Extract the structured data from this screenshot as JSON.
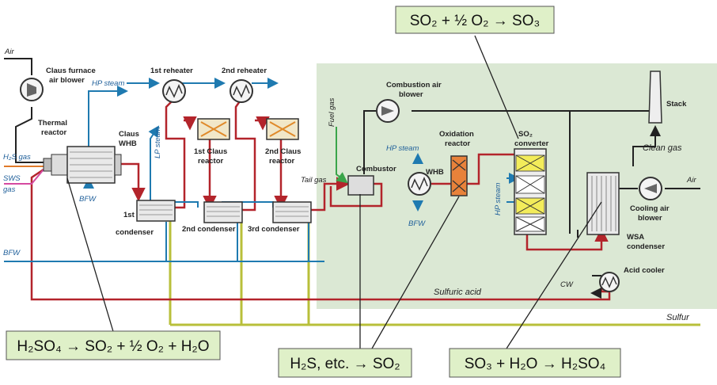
{
  "labels": {
    "air_left": "Air",
    "claus_blower_1": "Claus furnace",
    "claus_blower_2": "air blower",
    "thermal_1": "Thermal",
    "thermal_2": "reactor",
    "h2s_gas": "H₂S gas",
    "sws_1": "SWS",
    "sws_2": "gas",
    "hp_steam_top": "HP steam",
    "claus_whb_1": "Claus",
    "claus_whb_2": "WHB",
    "lp_steam": "LP steam",
    "bfw_whb": "BFW",
    "bfw_left": "BFW",
    "reheater1": "1st reheater",
    "reheater2": "2nd reheater",
    "claus_reactor1_1": "1st Claus",
    "claus_reactor1_2": "reactor",
    "claus_reactor2_1": "2nd Claus",
    "claus_reactor2_2": "reactor",
    "condenser1_1": "1st",
    "condenser1_2": "condenser",
    "condenser2": "2nd condenser",
    "condenser3": "3rd condenser",
    "tail_gas": "Tail gas",
    "fuel_gas": "Fuel gas",
    "combustion_air_1": "Combustion air",
    "combustion_air_2": "blower",
    "combustor": "Combustor",
    "hp_steam_mid": "HP steam",
    "whb": "WHB",
    "bfw_mid": "BFW",
    "oxidation_1": "Oxidation",
    "oxidation_2": "reactor",
    "so2_conv_1": "SO₂",
    "so2_conv_2": "converter",
    "hp_steam_vert": "HP steam",
    "stack": "Stack",
    "clean_gas": "Clean gas",
    "air_right": "Air",
    "cooling_air_1": "Cooling air",
    "cooling_air_2": "blower",
    "wsa_1": "WSA",
    "wsa_2": "condenser",
    "cw": "CW",
    "acid_cooler": "Acid cooler",
    "sulfuric_acid": "Sulfuric acid",
    "sulfur": "Sulfur"
  },
  "equations": {
    "top": "SO₂ + ½ O₂ → SO₃",
    "left": "H₂SO₄ → SO₂ + ½ O₂ + H₂O",
    "middle": "H₂S, etc. → SO₂",
    "right": "SO₃ + H₂O → H₂SO₄"
  },
  "colors": {
    "wsa_zone": "#dbe8d4",
    "equation_box": "#dff0c8",
    "acid_line": "#b3242b",
    "steam_line": "#1f7ab0",
    "gas_line": "#222222",
    "sulfur_line": "#b8bf3a",
    "fuel_line": "#3aa54a",
    "sws_line": "#d54aa0"
  }
}
